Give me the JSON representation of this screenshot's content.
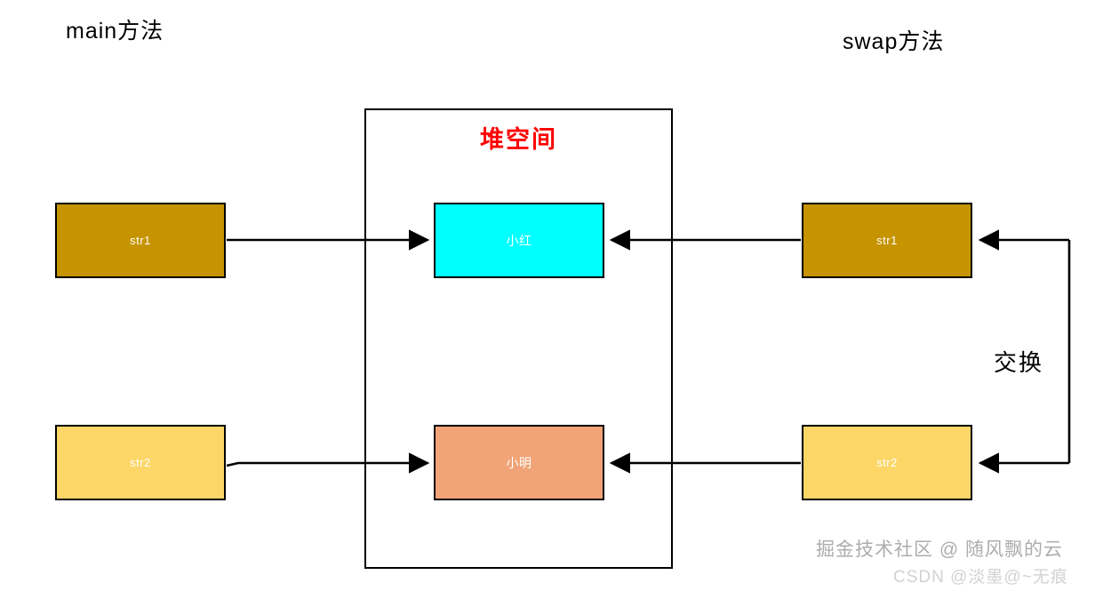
{
  "sections": {
    "main": {
      "title": "main方法"
    },
    "swap": {
      "title": "swap方法"
    }
  },
  "heap": {
    "label": "堆空间",
    "label_color": "#ff0000",
    "objects": [
      {
        "name": "小红",
        "color": "#00ffff"
      },
      {
        "name": "小明",
        "color": "#f0a477"
      }
    ]
  },
  "main_variables": [
    {
      "name": "str1",
      "color": "#c59400"
    },
    {
      "name": "str2",
      "color": "#fcd667"
    }
  ],
  "swap_variables": [
    {
      "name": "str1",
      "color": "#c59400"
    },
    {
      "name": "str2",
      "color": "#fcd667"
    }
  ],
  "swap_connector": {
    "label": "交换"
  },
  "watermarks": {
    "juejin": "掘金技术社区 @ 随风飘的云",
    "csdn": "CSDN @淡墨@~无痕"
  },
  "palette": {
    "dark_gold": "#c59400",
    "light_gold": "#fcd667",
    "cyan": "#00ffff",
    "salmon": "#f0a477",
    "red": "#ff0000",
    "stroke": "#000000",
    "background": "#ffffff"
  }
}
